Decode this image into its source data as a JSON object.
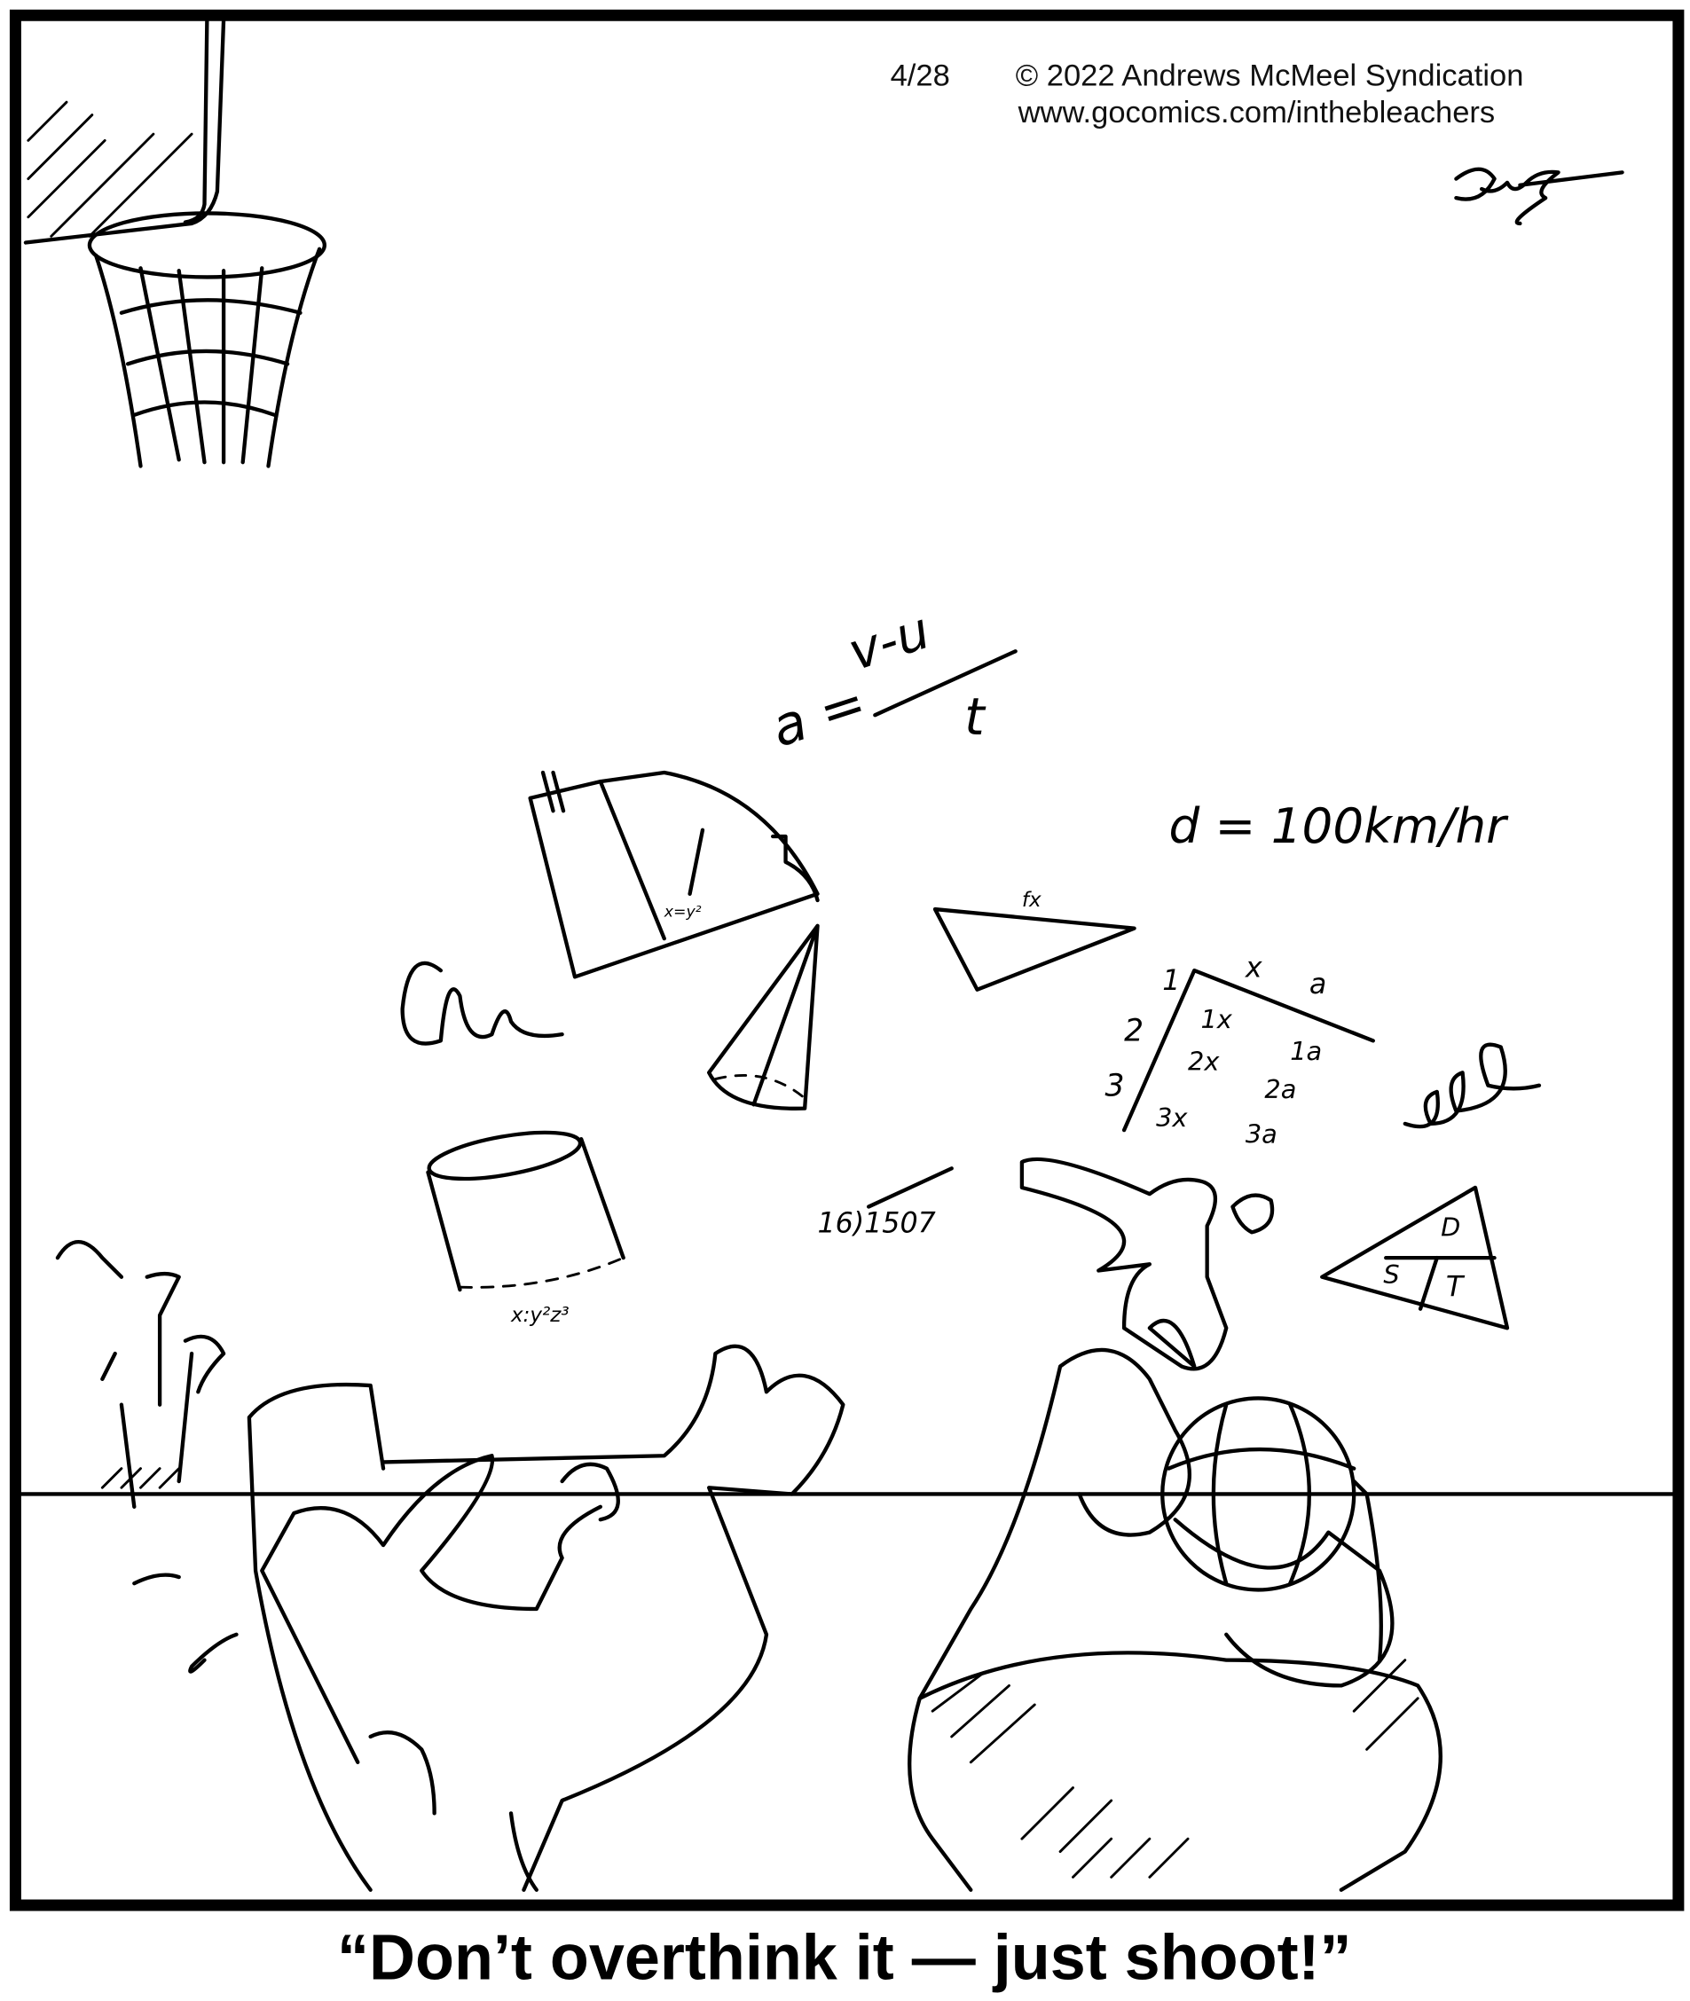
{
  "comic": {
    "date": "4/28",
    "copyright": "© 2022 Andrews McMeel Syndication",
    "url": "www.gocomics.com/inthebleachers",
    "signature": "Bunz",
    "caption": "“Don’t overthink it — just shoot!”"
  },
  "math_doodles": {
    "acceleration_lhs": "a =",
    "acceleration_num": "v-u",
    "acceleration_den": "t",
    "distance": "d = 100km/hr",
    "division": "16)1507",
    "sector_label": "x=y²",
    "cylinder_label": "x:y²z³",
    "triangle_label": "fx",
    "table": {
      "cols": [
        "x",
        "a"
      ],
      "rows": [
        "1",
        "2",
        "3"
      ],
      "cells": [
        "1x",
        "1a",
        "2x",
        "2a",
        "3x",
        "3a"
      ]
    },
    "dst": [
      "D",
      "S",
      "T"
    ]
  }
}
